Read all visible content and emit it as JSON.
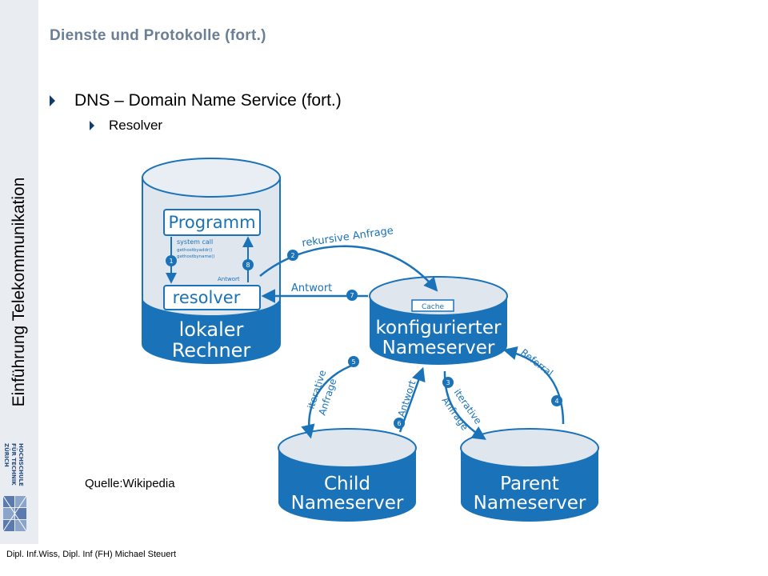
{
  "sidebar": {
    "title": "Einführung Telekommunikation",
    "logo_text": "HOCHSCHULE FÜR TECHNIK ZÜRICH"
  },
  "slide": {
    "title": "Dienste und Protokolle (fort.)",
    "bullet_level1": "DNS – Domain Name Service (fort.)",
    "bullet_level2": "Resolver",
    "source": "Quelle:Wikipedia",
    "footer": "Dipl. Inf.Wiss, Dipl. Inf (FH) Michael Steuert"
  },
  "diagram": {
    "colors": {
      "blue": "#1a72b8",
      "light": "#dfe6ee",
      "mid": "#c3d0dd",
      "white": "#ffffff"
    },
    "local": {
      "line1": "lokaler",
      "line2": "Rechner"
    },
    "programm": "Programm",
    "resolver": "resolver",
    "syscall": {
      "line1": "system call",
      "line2": "gethostbyaddr()",
      "line3": "gethostbyname()"
    },
    "antwort_small": "Antwort",
    "configured": {
      "line1": "konfigurierter",
      "line2": "Nameserver"
    },
    "cache": "Cache",
    "child": {
      "line1": "Child",
      "line2": "Nameserver"
    },
    "parent": {
      "line1": "Parent",
      "line2": "Nameserver"
    },
    "labels": {
      "rekursive": "rekursive Anfrage",
      "antwort": "Antwort",
      "referral": "Referral",
      "iterative": "iterative",
      "anfrage": "Anfrage"
    },
    "steps": [
      "1",
      "2",
      "3",
      "4",
      "5",
      "6",
      "7",
      "8"
    ]
  }
}
